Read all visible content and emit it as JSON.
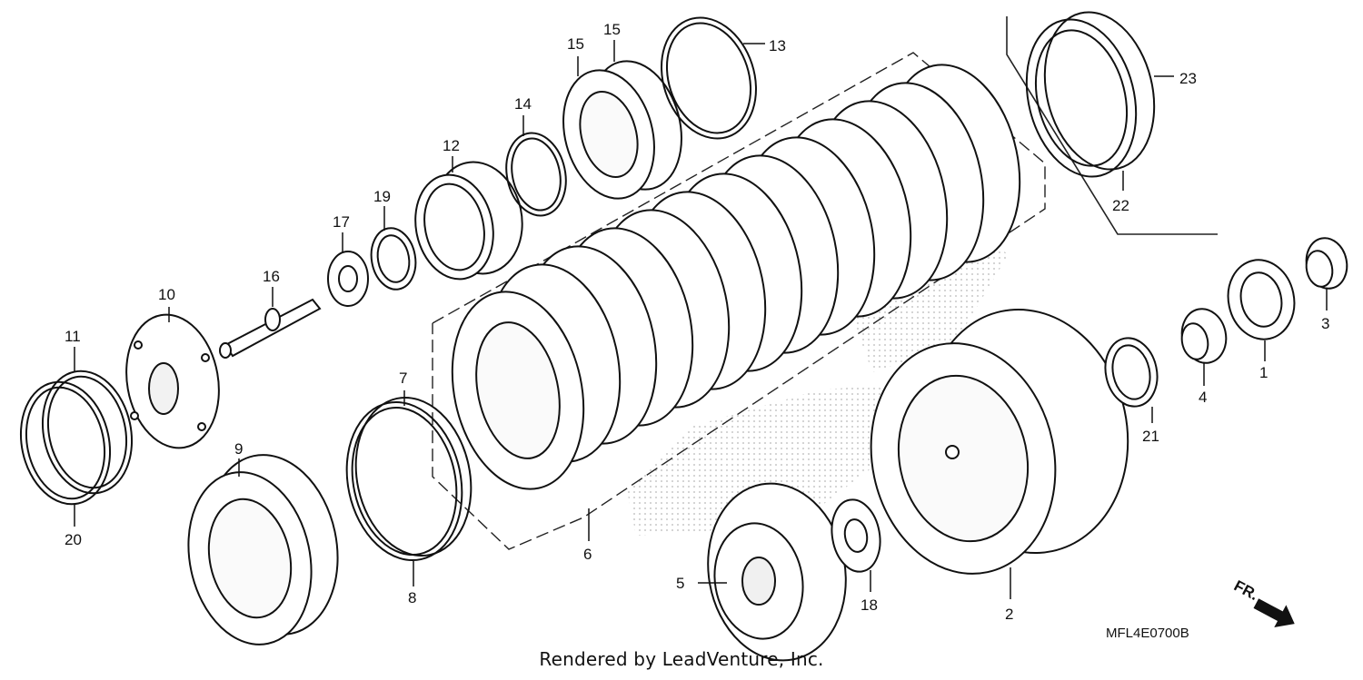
{
  "diagram": {
    "part_labels": {
      "p1": "1",
      "p2": "2",
      "p3": "3",
      "p4": "4",
      "p5": "5",
      "p6": "6",
      "p7": "7",
      "p8": "8",
      "p9": "9",
      "p10": "10",
      "p11": "11",
      "p12": "12",
      "p13": "13",
      "p14": "14",
      "p15a": "15",
      "p15b": "15",
      "p16": "16",
      "p17": "17",
      "p18": "18",
      "p19": "19",
      "p20": "20",
      "p21": "21",
      "p22": "22",
      "p23": "23"
    },
    "direction_label": "FR.",
    "diagram_code": "MFL4E0700B",
    "footer_text": "Rendered by LeadVenture, Inc."
  }
}
